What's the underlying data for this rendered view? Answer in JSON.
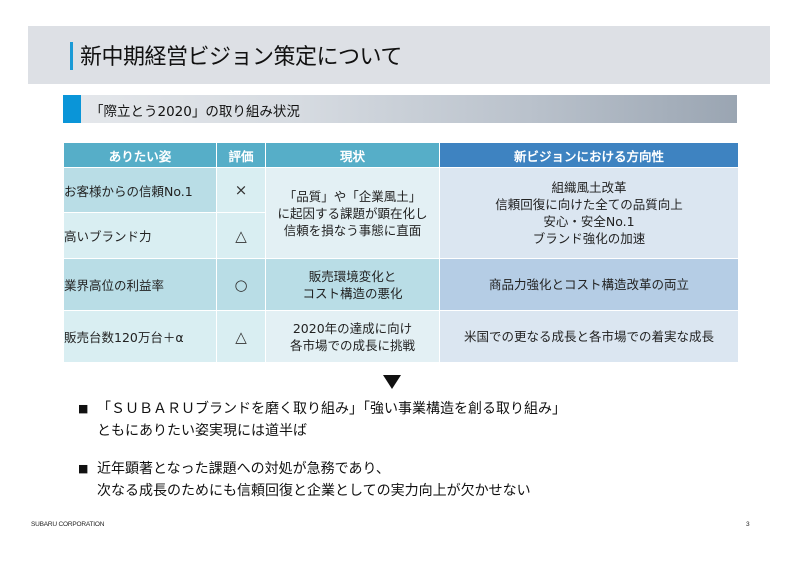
{
  "header": {
    "title": "新中期経営ビジョン策定について"
  },
  "subtitle": {
    "text": "「際立とう2020」の取り組み状況"
  },
  "table": {
    "columns": [
      "ありたい姿",
      "評価",
      "現状",
      "新ビジョンにおける方向性"
    ],
    "rows": [
      {
        "goal": "お客様からの信頼No.1",
        "evaluation": "×"
      },
      {
        "goal": "高いブランド力",
        "evaluation": "△"
      },
      {
        "goal": "業界高位の利益率",
        "evaluation": "○"
      },
      {
        "goal": "販売台数120万台＋α",
        "evaluation": "△"
      }
    ],
    "current": {
      "group1": [
        "「品質」や「企業風土」",
        "に起因する課題が顕在化し",
        "信頼を損なう事態に直面"
      ],
      "row3": [
        "販売環境変化と",
        "コスト構造の悪化"
      ],
      "row4": [
        "2020年の達成に向け",
        "各市場での成長に挑戦"
      ]
    },
    "vision": {
      "group1": [
        "組織風土改革",
        "信頼回復に向けた全ての品質向上",
        "安心・安全No.1",
        "ブランド強化の加速"
      ],
      "row3": "商品力強化とコスト構造改革の両立",
      "row4": "米国での更なる成長と各市場での着実な成長"
    }
  },
  "arrow_icon": "down-triangle",
  "bullets": [
    {
      "marker": "■",
      "lines": [
        "「ＳＵＢＡＲＵブランドを磨く取り組み」「強い事業構造を創る取り組み」",
        "ともにありたい姿実現には道半ば"
      ]
    },
    {
      "marker": "■",
      "lines": [
        "近年顕著となった課題への対処が急務であり、",
        "次なる成長のためにも信頼回復と企業としての実力向上が欠かせない"
      ]
    }
  ],
  "footer": {
    "company": "SUBARU CORPORATION",
    "page_number": "3"
  },
  "colors": {
    "title_band": "#dde0e5",
    "accent_blue": "#0a95d8",
    "header_teal": "#56aec8",
    "header_blue": "#3e83c1",
    "cell_teal": "#b9dde6",
    "cell_light": "#d9eef2",
    "cell_blue": "#b5cde5",
    "cell_blue_light": "#dbe6f1"
  }
}
